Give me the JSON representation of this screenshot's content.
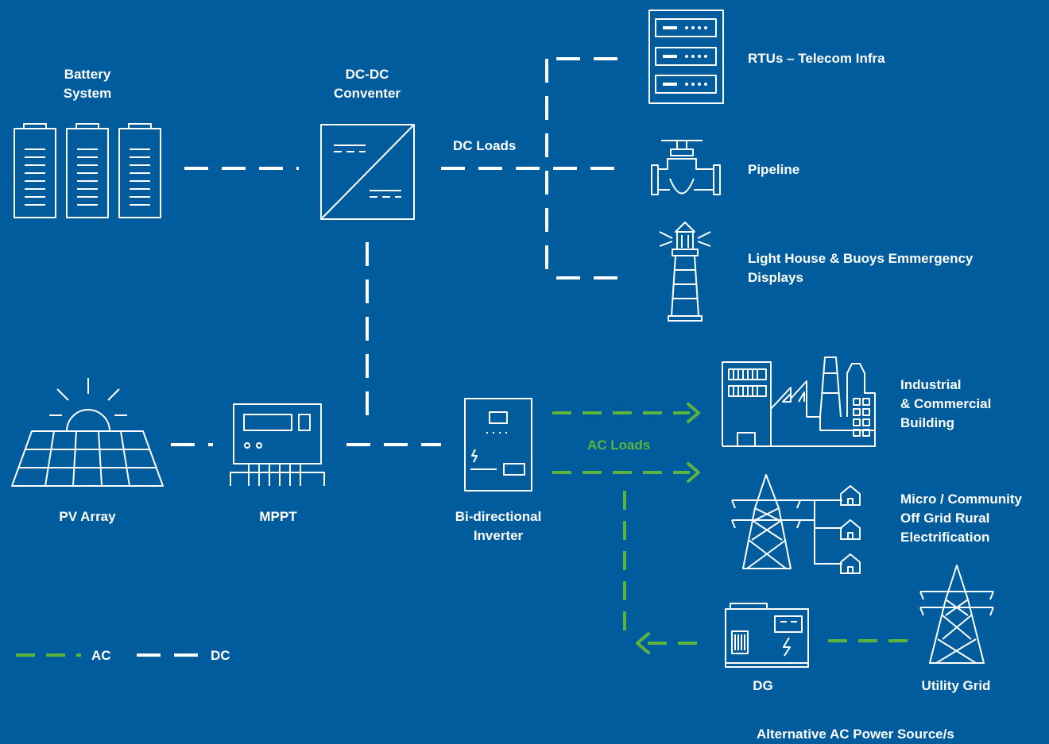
{
  "colors": {
    "background": "#015c9e",
    "dc_line": "#ffffff",
    "ac_line": "#5db43d",
    "icon_stroke": "#ffffff"
  },
  "nodes": {
    "battery": {
      "label": "Battery\nSystem",
      "icon": "battery-icon"
    },
    "dcdc": {
      "label": "DC-DC\nConventer",
      "icon": "dc-dc-converter-icon"
    },
    "pv": {
      "label": "PV Array",
      "icon": "solar-panel-icon"
    },
    "mppt": {
      "label": "MPPT",
      "icon": "mppt-icon"
    },
    "inverter": {
      "label": "Bi-directional\nInverter",
      "icon": "inverter-icon"
    },
    "rtu": {
      "label": "RTUs – Telecom Infra",
      "icon": "server-rack-icon"
    },
    "pipeline": {
      "label": "Pipeline",
      "icon": "pipeline-valve-icon"
    },
    "lighthouse": {
      "label": "Light House & Buoys Emmergency\nDisplays",
      "icon": "lighthouse-icon"
    },
    "industrial": {
      "label": "Industrial\n& Commercial\nBuilding",
      "icon": "factory-icon"
    },
    "micro": {
      "label": "Micro / Community\nOff Grid Rural\nElectrification",
      "icon": "transmission-tower-houses-icon"
    },
    "dg": {
      "label": "DG",
      "icon": "diesel-generator-icon"
    },
    "utility": {
      "label": "Utility Grid",
      "icon": "transmission-tower-icon"
    }
  },
  "connections": [
    {
      "from": "battery",
      "to": "dcdc",
      "type": "DC"
    },
    {
      "from": "dcdc",
      "to": "rtu",
      "type": "DC"
    },
    {
      "from": "dcdc",
      "to": "pipeline",
      "type": "DC"
    },
    {
      "from": "dcdc",
      "to": "lighthouse",
      "type": "DC"
    },
    {
      "from": "dcdc",
      "to": "inverter",
      "type": "DC"
    },
    {
      "from": "pv",
      "to": "mppt",
      "type": "DC"
    },
    {
      "from": "mppt",
      "to": "inverter",
      "type": "DC"
    },
    {
      "from": "inverter",
      "to": "industrial",
      "type": "AC"
    },
    {
      "from": "inverter",
      "to": "micro",
      "type": "AC"
    },
    {
      "from": "dg",
      "to": "inverter",
      "type": "AC"
    },
    {
      "from": "utility",
      "to": "dg",
      "type": "AC"
    }
  ],
  "groups": {
    "dc_loads": "DC Loads",
    "ac_loads": "AC Loads",
    "alt_sources": "Alternative AC Power Source/s"
  },
  "legend": {
    "ac": "AC",
    "dc": "DC"
  }
}
